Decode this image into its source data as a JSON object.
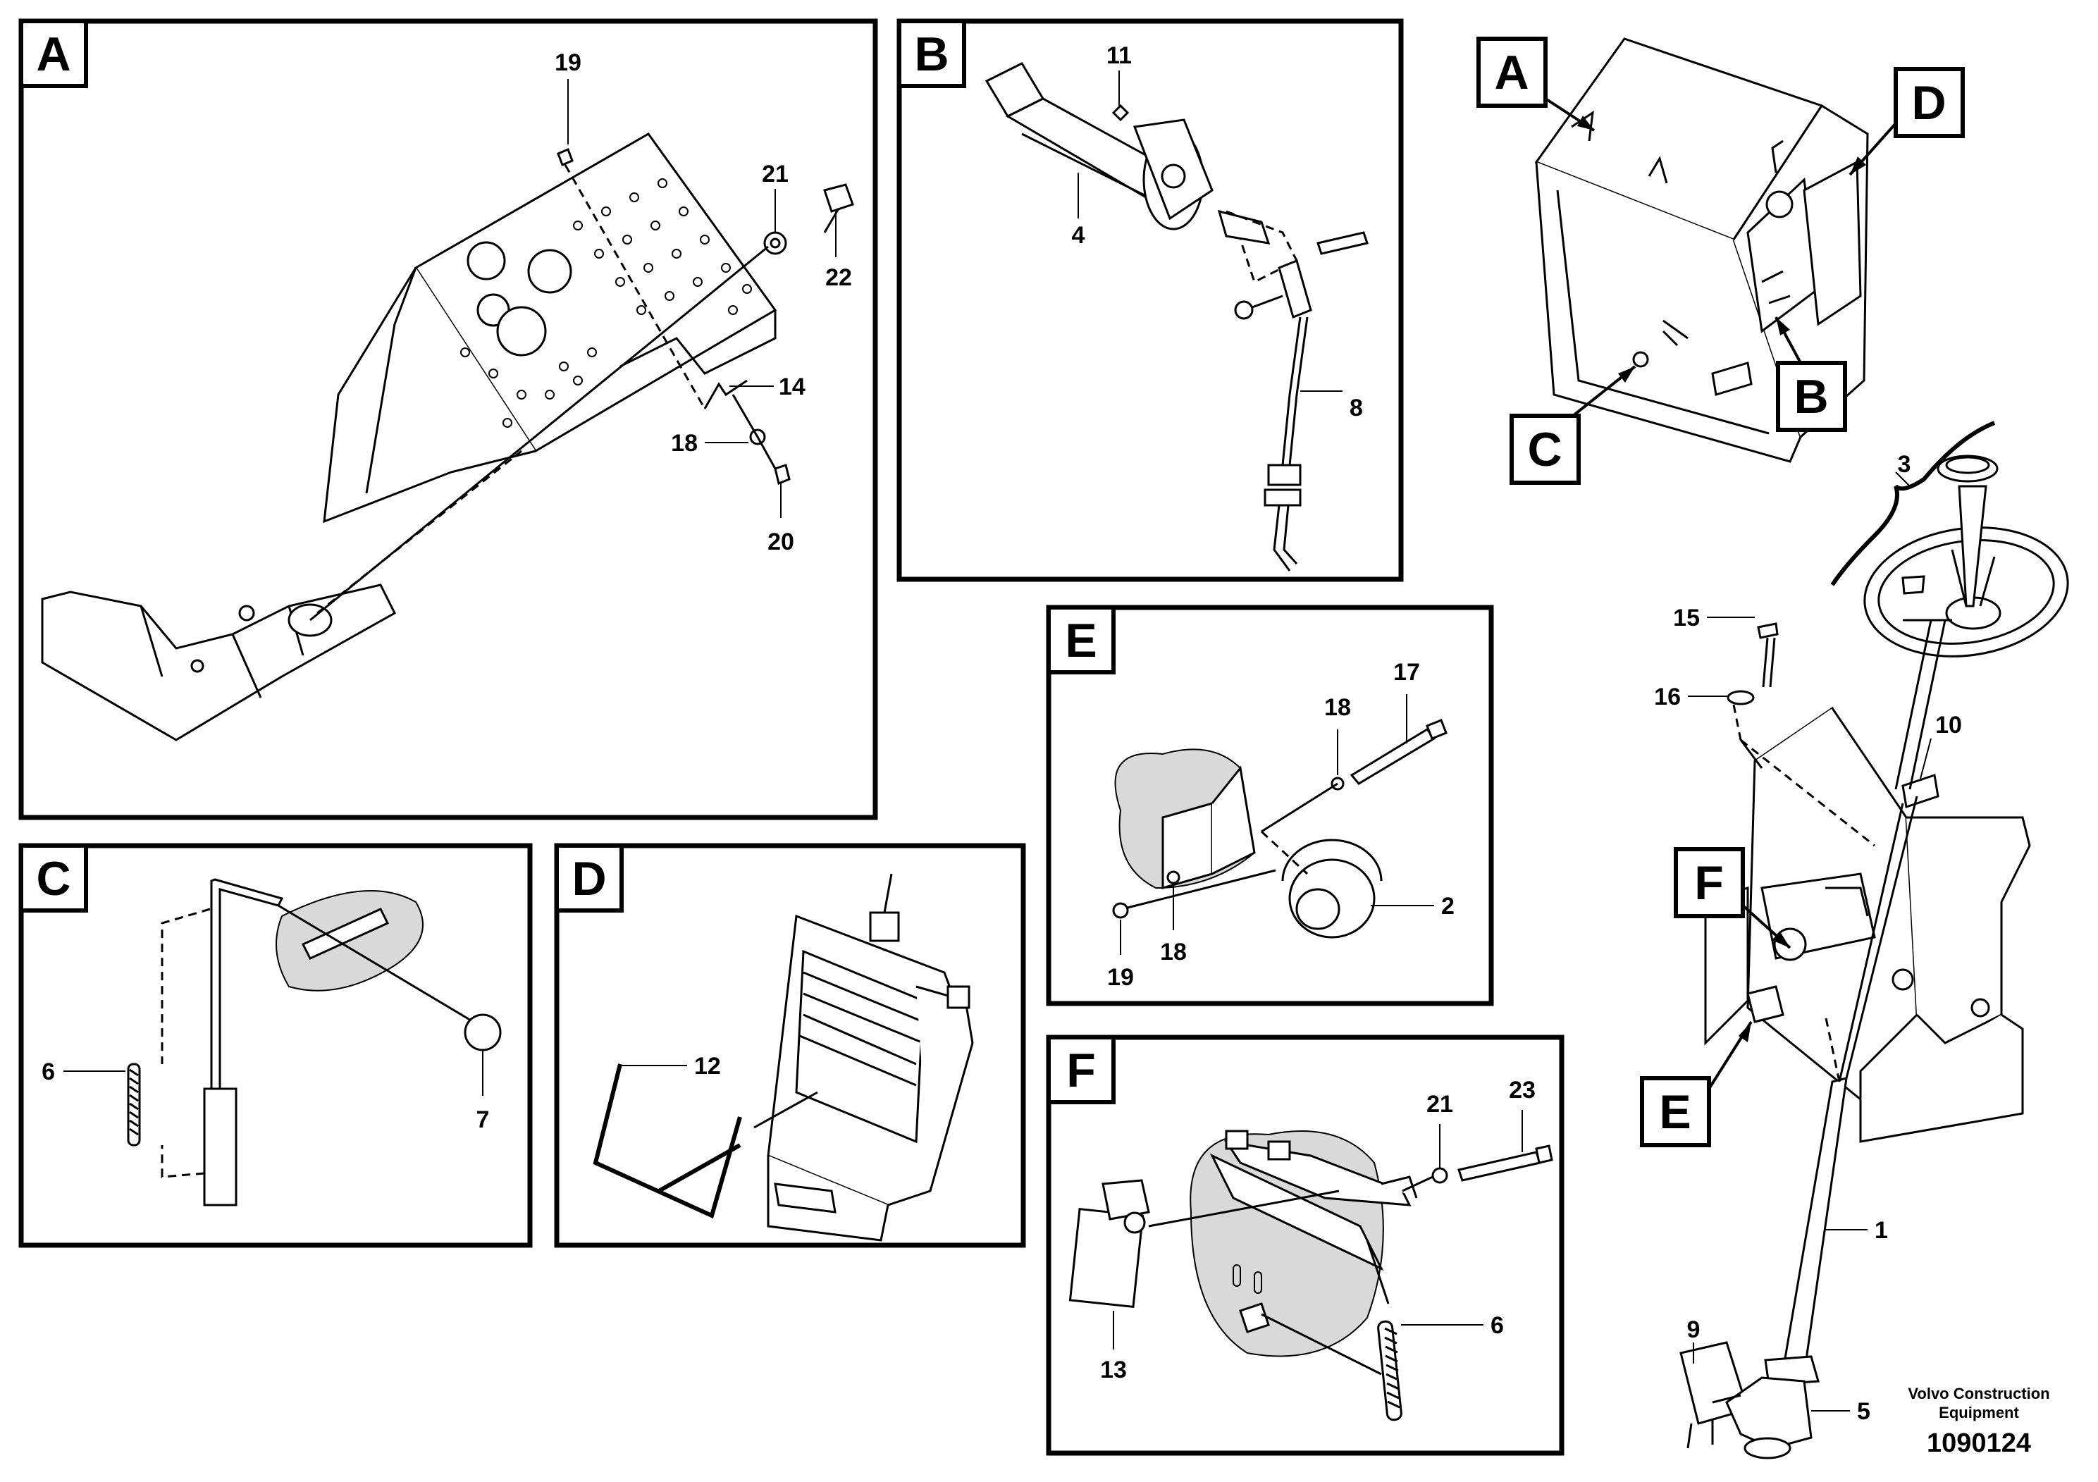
{
  "panels": [
    {
      "letter": "A",
      "callouts": [
        "19",
        "21",
        "22",
        "14",
        "18",
        "20"
      ]
    },
    {
      "letter": "B",
      "callouts": [
        "11",
        "4",
        "8"
      ]
    },
    {
      "letter": "C",
      "callouts": [
        "6",
        "7"
      ]
    },
    {
      "letter": "D",
      "callouts": [
        "12"
      ]
    },
    {
      "letter": "E",
      "callouts": [
        "18",
        "17",
        "2",
        "19",
        "18"
      ]
    },
    {
      "letter": "F",
      "callouts": [
        "21",
        "23",
        "13",
        "6"
      ]
    }
  ],
  "overview": {
    "letters": [
      "A",
      "D",
      "B",
      "C"
    ],
    "callouts": [
      "3",
      "15",
      "16",
      "10",
      "1",
      "9",
      "5"
    ],
    "letters_lower": [
      "F",
      "E"
    ]
  },
  "credit": {
    "line1": "Volvo Construction",
    "line2": "Equipment",
    "number": "1090124"
  }
}
